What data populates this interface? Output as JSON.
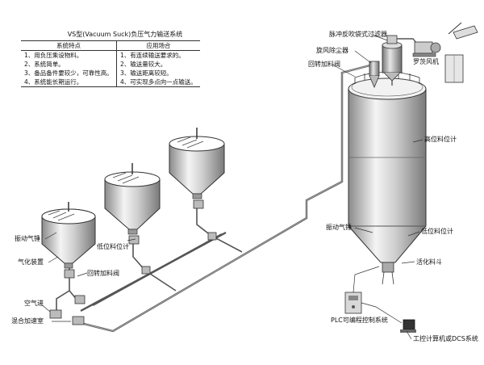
{
  "table": {
    "title": "VS型(Vacuum Suck)负压气力输送系统",
    "col1_header": "系统特点",
    "col2_header": "应用场合",
    "rows": [
      [
        "1、用负压乘设物料。",
        "1、有连续输送要求的。"
      ],
      [
        "2、系统简单。",
        "2、输送量较大。"
      ],
      [
        "3、备品备件要较少，可靠性高。",
        "3、输送距离较短。"
      ],
      [
        "4、系统能长期运行。",
        "4、可实现多点向一点输送。"
      ]
    ]
  },
  "labels": {
    "pulse_filter": "脉冲反吹袋式过滤器",
    "rotary_blower": "罗茨风机",
    "cyclone": "旋风除尘器",
    "rotary_feeder_top": "回转加料阀",
    "high_level": "高位料位计",
    "vibrator_silo": "振动气锤",
    "low_level_silo": "低位料位计",
    "activation_hopper": "活化料斗",
    "plc": "PLC可编程控制系统",
    "computer": "工控计算机或DCS系统",
    "vibrator_left": "振动气锤",
    "low_level_left": "低位料位计",
    "gasifier": "气化装置",
    "rotary_feeder_left": "回转加料阀",
    "air_inlet": "空气进",
    "mixing_chamber": "混合加速室"
  }
}
